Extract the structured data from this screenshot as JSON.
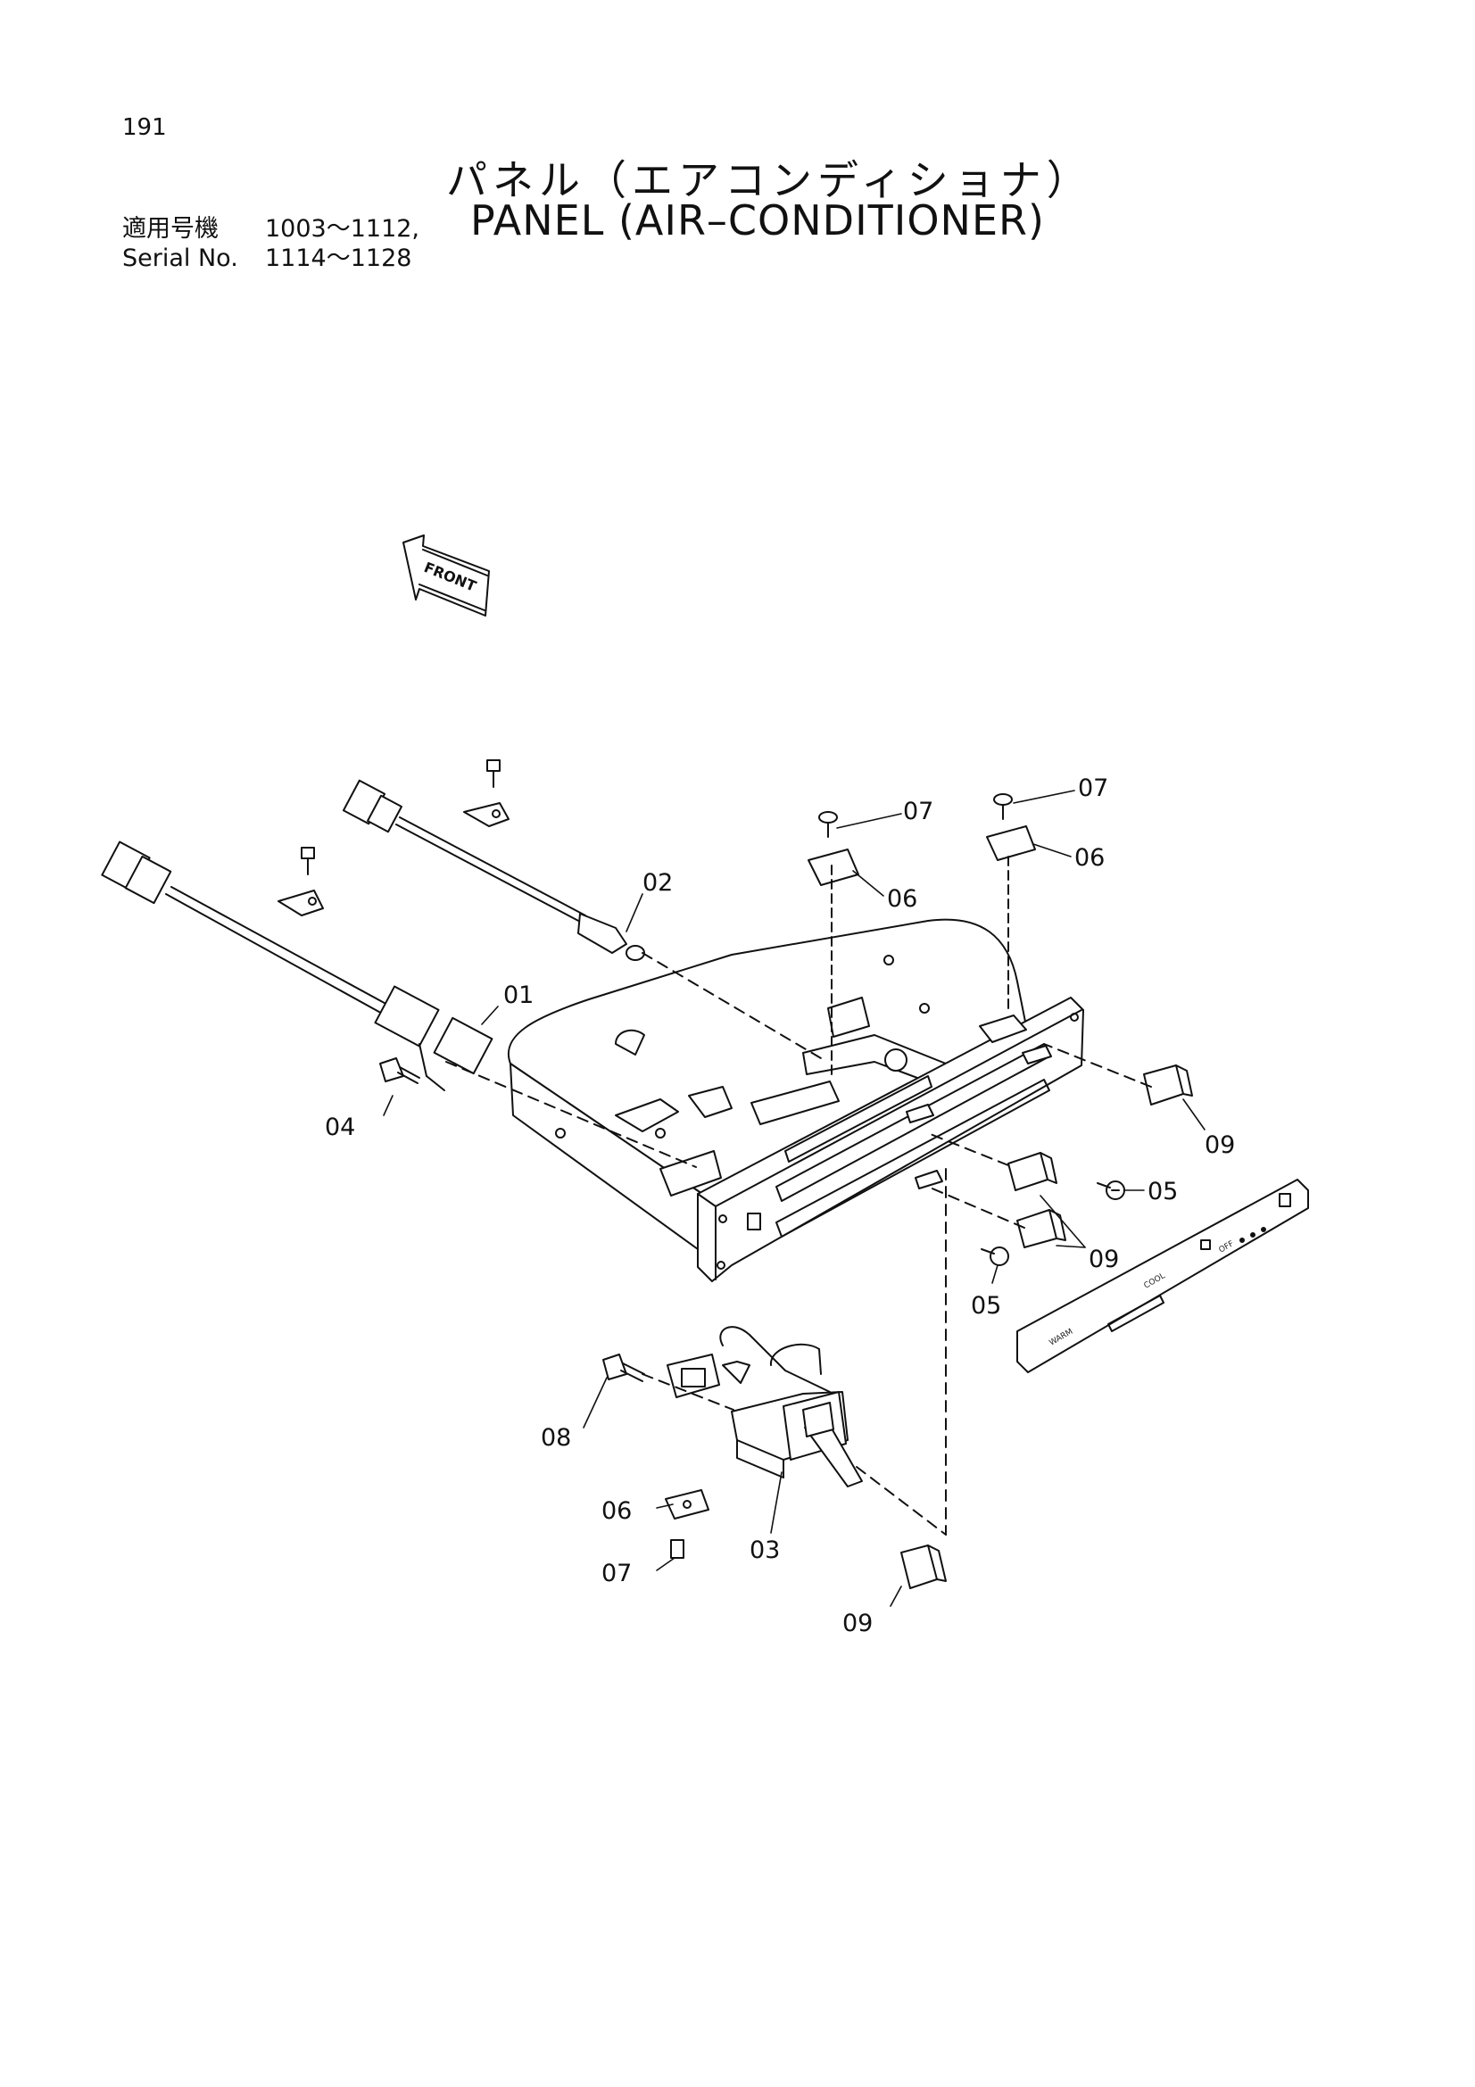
{
  "header": {
    "page_number": "191",
    "title_jp": "パネル（エアコンディショナ）",
    "title_en": "PANEL (AIR–CONDITIONER)",
    "applicability": [
      {
        "label": "適用号機",
        "value": "1003～1112,"
      },
      {
        "label": "Serial No.",
        "value": "1114～1128"
      }
    ]
  },
  "diagram": {
    "direction_marker": "FRONT",
    "callouts": {
      "c01": "01",
      "c02": "02",
      "c03": "03",
      "c04": "04",
      "c05a": "05",
      "c05b": "05",
      "c06a": "06",
      "c06b": "06",
      "c06c": "06",
      "c07a": "07",
      "c07b": "07",
      "c07c": "07",
      "c08": "08",
      "c09a": "09",
      "c09b": "09",
      "c09c": "09"
    },
    "face_plate_labels": {
      "warm": "WARM",
      "cool": "COOL",
      "off": "OFF"
    }
  }
}
